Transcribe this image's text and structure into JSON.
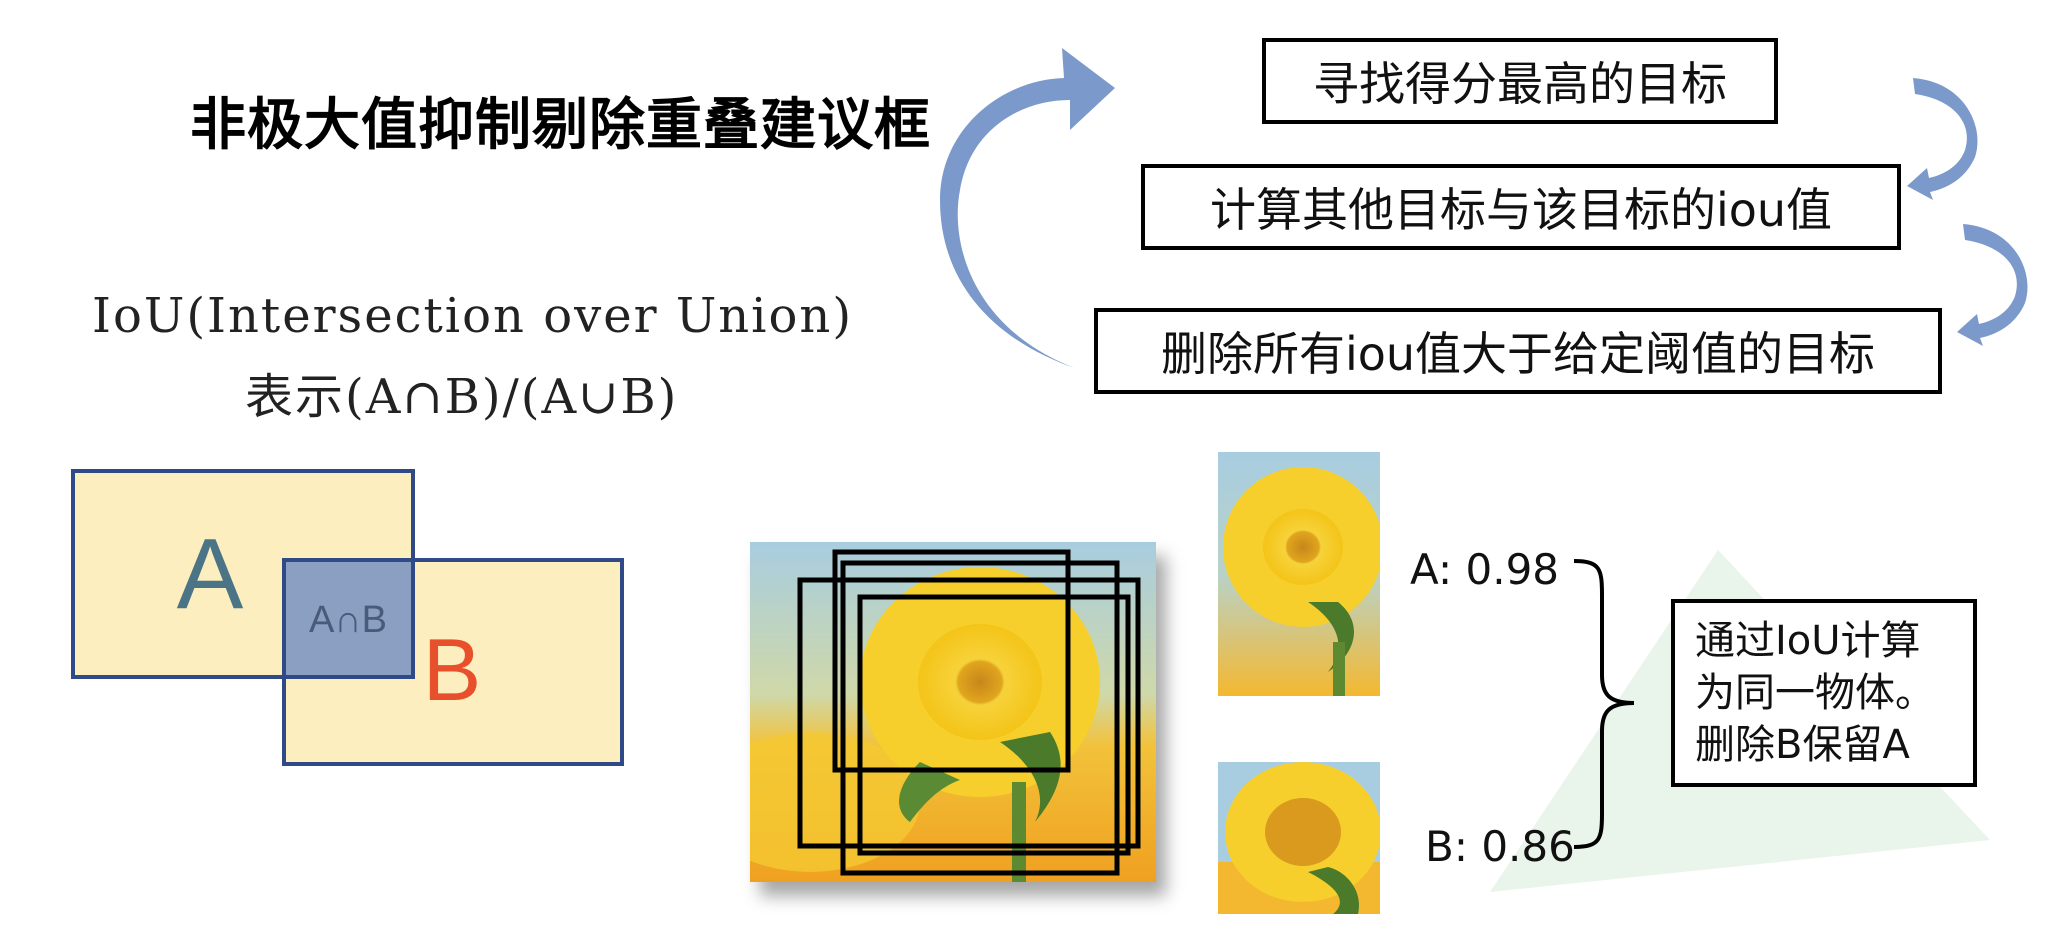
{
  "title": "非极大值抑制剔除重叠建议框",
  "iou_definition": {
    "line1": "IoU(Intersection over Union)",
    "line2": "表示(A∩B)/(A∪B)"
  },
  "venn": {
    "label_a": "A",
    "label_b": "B",
    "label_intersection": "A∩B",
    "colors": {
      "fill": "#fdeec0",
      "border": "#2f4a86",
      "intersection": "#8a9fc2",
      "a_text": "#4b7587",
      "b_text": "#e8502b"
    }
  },
  "nms_steps": [
    "寻找得分最高的目标",
    "计算其他目标与该目标的iou值",
    "删除所有iou值大于给定阈值的目标"
  ],
  "scores": {
    "a": "A: 0.98",
    "b": "B: 0.86"
  },
  "conclusion": {
    "line1": "通过IoU计算",
    "line2": "为同一物体。",
    "line3": "删除B保留A"
  },
  "colors": {
    "arrow": "#7b9acb",
    "triangle_bg": "#e9f4ea",
    "box_border": "#000000"
  }
}
